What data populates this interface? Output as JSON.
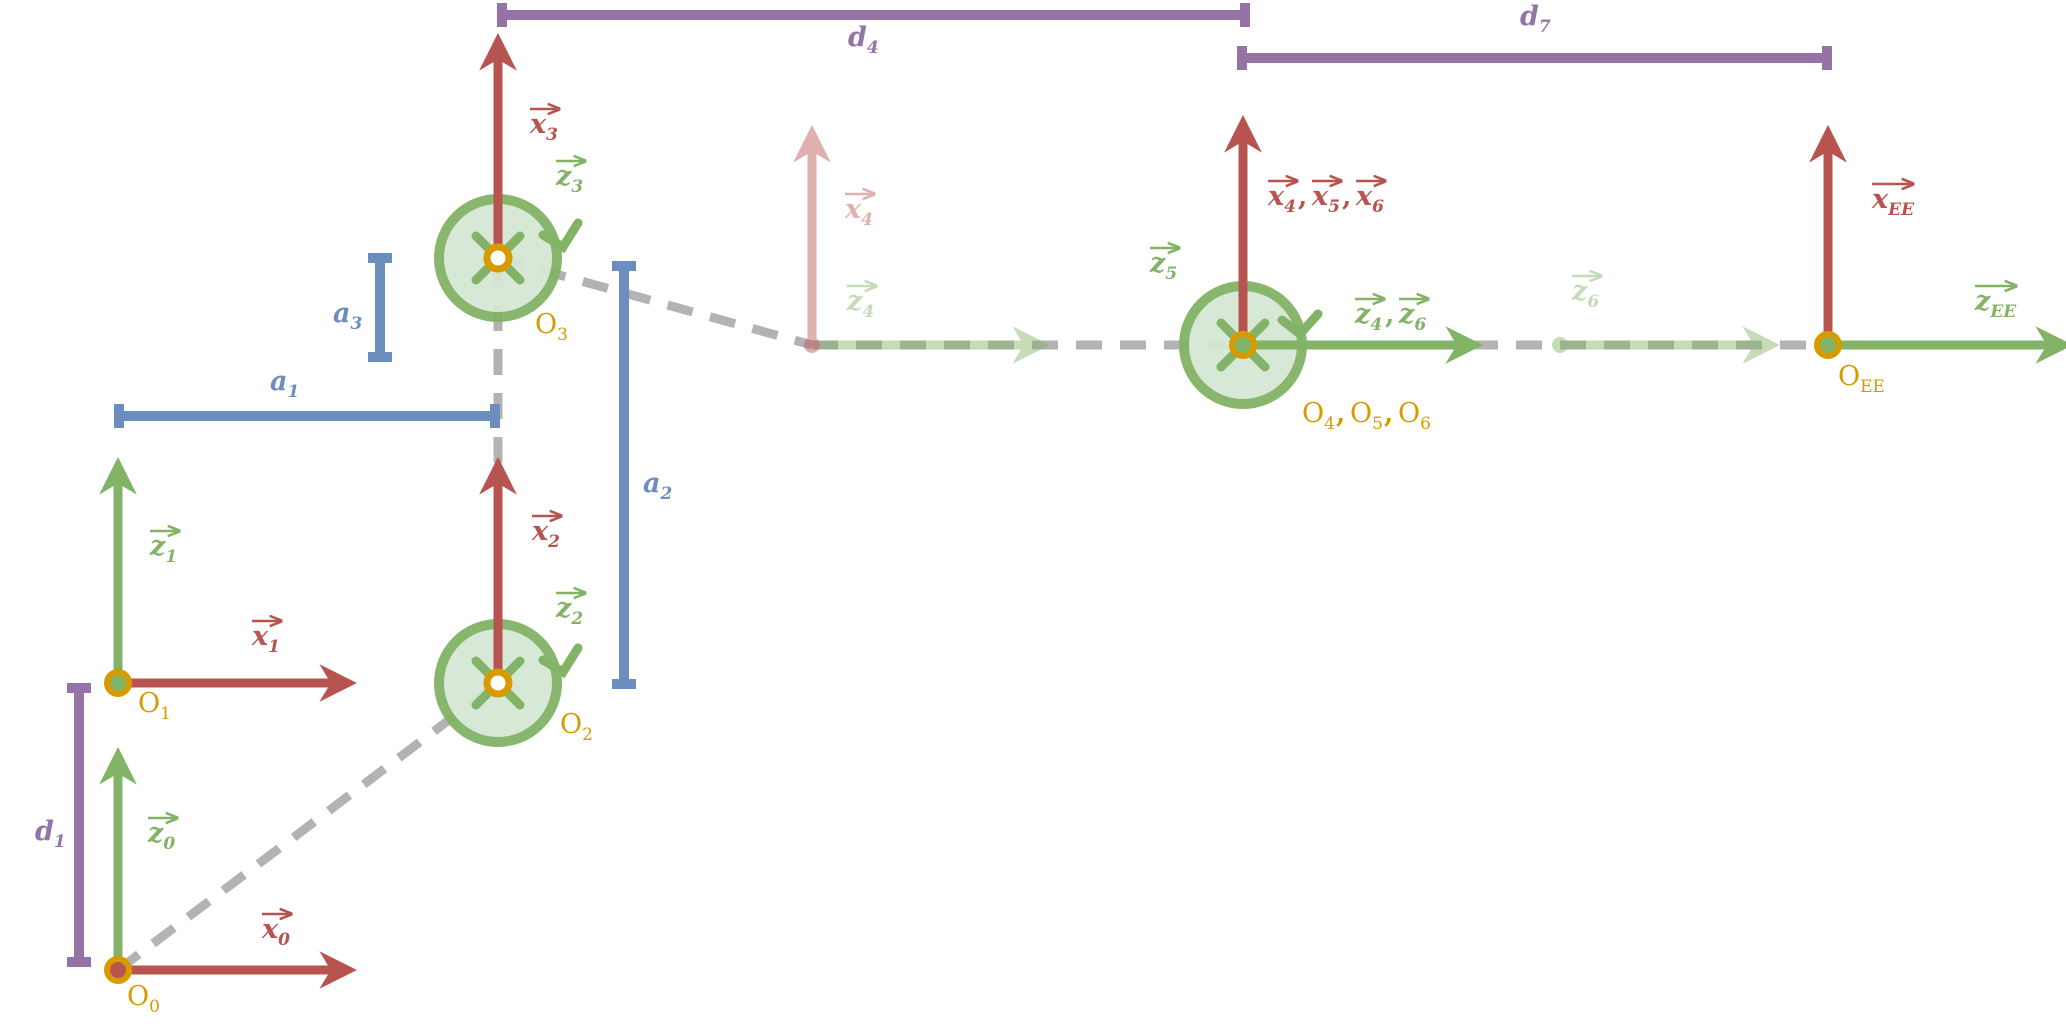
{
  "colors": {
    "x_axis": "#b85450",
    "z_axis": "#82b366",
    "origin": "#d79b00",
    "link": "#999999",
    "a_param": "#6c8ebf",
    "d_param": "#9673a6",
    "joint_fill": "#d5e8d4"
  },
  "labels": {
    "x0": {
      "main": "x",
      "sub": "0"
    },
    "x1": {
      "main": "x",
      "sub": "1"
    },
    "x2": {
      "main": "x",
      "sub": "2"
    },
    "x3": {
      "main": "x",
      "sub": "3"
    },
    "x4_ghost": {
      "main": "x",
      "sub": "4"
    },
    "x456": [
      {
        "main": "x",
        "sub": "4"
      },
      {
        "main": "x",
        "sub": "5"
      },
      {
        "main": "x",
        "sub": "6"
      }
    ],
    "xEE": {
      "main": "x",
      "sub": "EE"
    },
    "z0": {
      "main": "z",
      "sub": "0"
    },
    "z1": {
      "main": "z",
      "sub": "1"
    },
    "z2": {
      "main": "z",
      "sub": "2"
    },
    "z3": {
      "main": "z",
      "sub": "3"
    },
    "z4_ghost": {
      "main": "z",
      "sub": "4"
    },
    "z5": {
      "main": "z",
      "sub": "5"
    },
    "z46": [
      {
        "main": "z",
        "sub": "4"
      },
      {
        "main": "z",
        "sub": "6"
      }
    ],
    "z6_ghost": {
      "main": "z",
      "sub": "6"
    },
    "zEE": {
      "main": "z",
      "sub": "EE"
    }
  },
  "origins": {
    "O0": {
      "main": "O",
      "sub": "0"
    },
    "O1": {
      "main": "O",
      "sub": "1"
    },
    "O2": {
      "main": "O",
      "sub": "2"
    },
    "O3": {
      "main": "O",
      "sub": "3"
    },
    "O456": [
      {
        "main": "O",
        "sub": "4"
      },
      {
        "main": "O",
        "sub": "5"
      },
      {
        "main": "O",
        "sub": "6"
      }
    ],
    "OEE": {
      "main": "O",
      "sub": "EE"
    }
  },
  "parameters": {
    "a1": {
      "main": "a",
      "sub": "1"
    },
    "a2": {
      "main": "a",
      "sub": "2"
    },
    "a3": {
      "main": "a",
      "sub": "3"
    },
    "d1": {
      "main": "d",
      "sub": "1"
    },
    "d4": {
      "main": "d",
      "sub": "4"
    },
    "d7": {
      "main": "d",
      "sub": "7"
    }
  },
  "separator": ", "
}
